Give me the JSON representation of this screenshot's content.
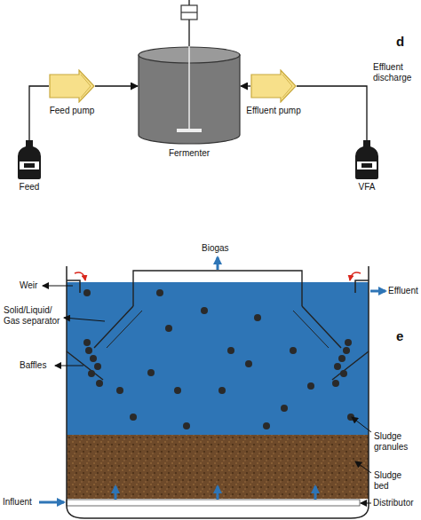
{
  "diagram": {
    "nodes": [
      {
        "text": [
          "Feed"
        ]
      },
      {
        "text": [
          "Feed pump"
        ]
      },
      {
        "text": [
          "Fermenter"
        ]
      },
      {
        "text": [
          "Effluent pump"
        ]
      },
      {
        "text": [
          "VFA"
        ]
      }
    ],
    "edges": [
      {
        "from": 0,
        "to": 1,
        "arrow": "none"
      },
      {
        "from": 1,
        "to": 2,
        "arrow": "to"
      },
      {
        "from": 3,
        "to": 2,
        "arrow": "to"
      },
      {
        "from": 3,
        "to": 4,
        "arrow": "none"
      }
    ],
    "labels": [
      "d",
      "Effluent discharge",
      "Biogas",
      "Weir",
      "Solid/Liquid/ Gas separator",
      "Baffles",
      "Influent",
      "Effluent",
      "Sludge granules",
      "Sludge bed",
      "Distributor",
      "e"
    ]
  }
}
